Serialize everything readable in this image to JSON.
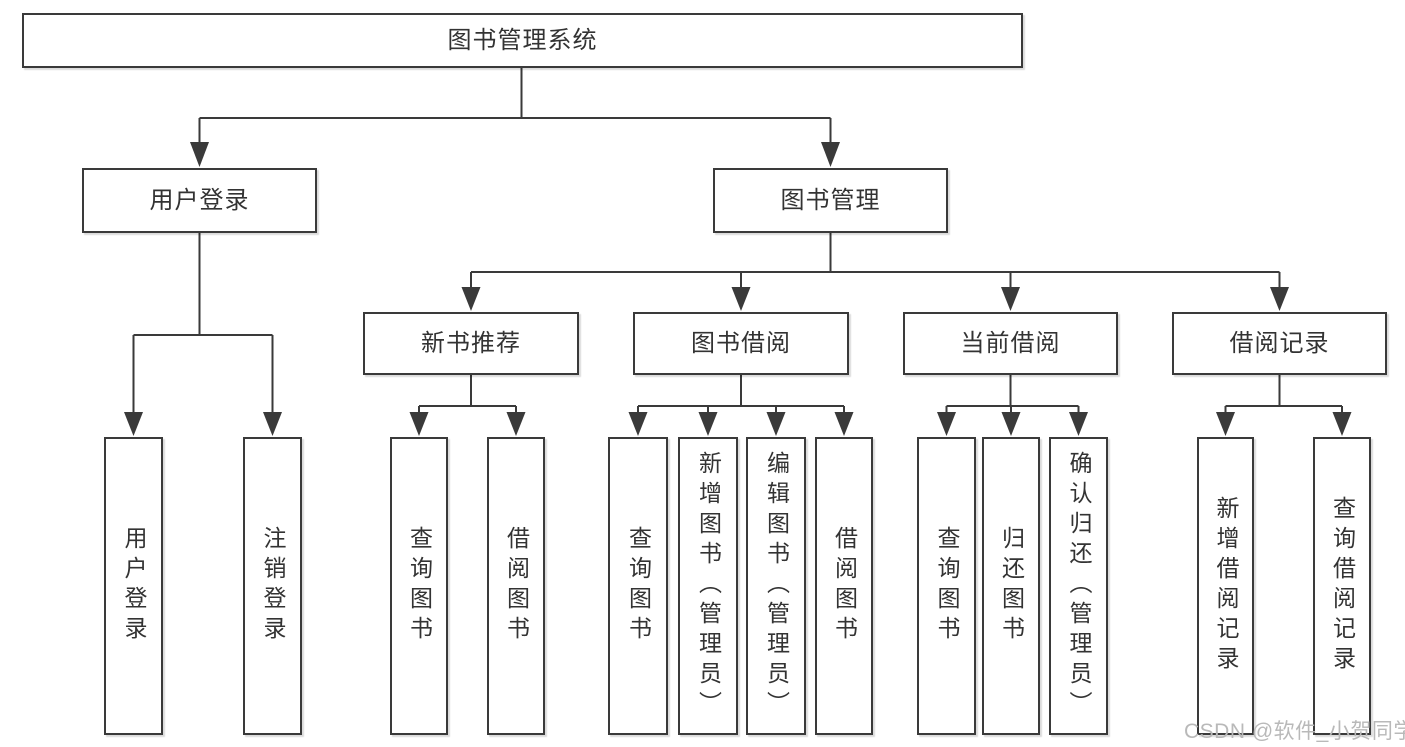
{
  "diagram": {
    "title": "图书管理系统",
    "level2": [
      {
        "label": "用户登录",
        "children": [
          {
            "label": "用户登录"
          },
          {
            "label": "注销登录"
          }
        ]
      },
      {
        "label": "图书管理",
        "children": [
          {
            "label": "新书推荐",
            "children": [
              {
                "label": "查询图书"
              },
              {
                "label": "借阅图书"
              }
            ]
          },
          {
            "label": "图书借阅",
            "children": [
              {
                "label": "查询图书"
              },
              {
                "label": "新增图书（管理员）"
              },
              {
                "label": "编辑图书（管理员）"
              },
              {
                "label": "借阅图书"
              }
            ]
          },
          {
            "label": "当前借阅",
            "children": [
              {
                "label": "查询图书"
              },
              {
                "label": "归还图书"
              },
              {
                "label": "确认归还（管理员）"
              }
            ]
          },
          {
            "label": "借阅记录",
            "children": [
              {
                "label": "新增借阅记录"
              },
              {
                "label": "查询借阅记录"
              }
            ]
          }
        ]
      }
    ]
  },
  "watermark": {
    "text": "CSDN @软件_小贺同学"
  },
  "colors": {
    "line": "#3a3a3a",
    "box_border": "#3a3a3a",
    "text": "#333333",
    "background": "#ffffff",
    "watermark": "#b9b9b9"
  }
}
